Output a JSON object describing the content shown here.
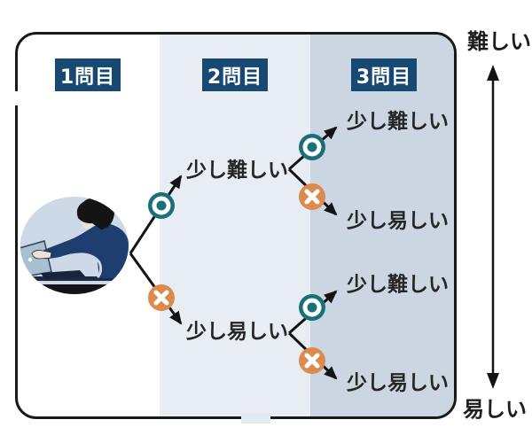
{
  "columns": [
    {
      "label": "1問目"
    },
    {
      "label": "2問目"
    },
    {
      "label": "3問目"
    }
  ],
  "scale": {
    "top_label": "難しい",
    "bottom_label": "易しい"
  },
  "branches": {
    "level2": {
      "correct_label": "少し難しい",
      "incorrect_label": "少し易しい"
    },
    "level3_upper": {
      "correct_label": "少し難しい",
      "incorrect_label": "少し易しい"
    },
    "level3_lower": {
      "correct_label": "少し難しい",
      "incorrect_label": "少し易しい"
    }
  },
  "icons": {
    "correct": "circle-o-icon",
    "incorrect": "cross-x-icon",
    "person": "person-at-laptop-illustration"
  },
  "colors": {
    "header_bg": "#174973",
    "band2": "#e8edf3",
    "band3": "#ccd6e2",
    "correct": "#1a7079",
    "incorrect": "#dd8a4d",
    "line": "#141414",
    "text": "#262626",
    "person_circle": "#cdd9e6",
    "person_sweater": "#1d3e6e"
  }
}
